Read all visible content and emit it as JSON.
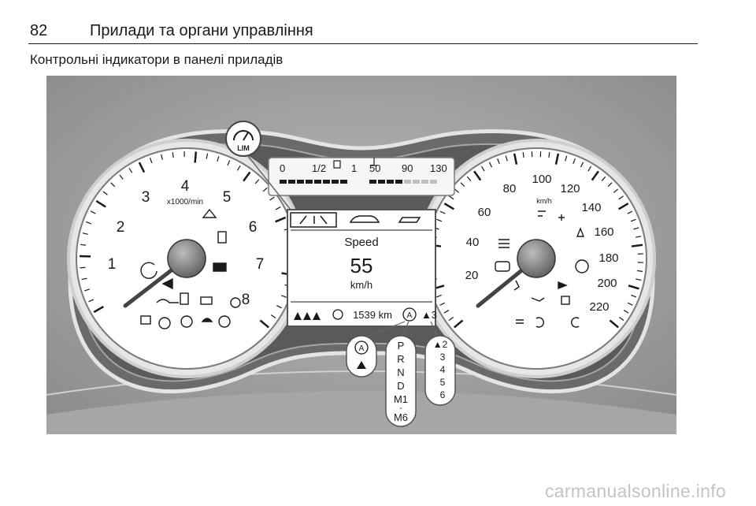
{
  "header": {
    "page_number": "82",
    "chapter_title": "Прилади та органи управління"
  },
  "section_title": "Контрольні індикатори в панелі приладів",
  "figure": {
    "tach_numbers": [
      "1",
      "2",
      "3",
      "4",
      "5",
      "6",
      "7",
      "8"
    ],
    "tach_unit": "x1000/min",
    "speed_numbers": [
      "20",
      "40",
      "60",
      "80",
      "100",
      "120",
      "140",
      "160",
      "180",
      "200",
      "220"
    ],
    "speed_unit": "km/h",
    "fuel_labels": [
      "0",
      "1/2",
      "1"
    ],
    "temp_labels": [
      "50",
      "90",
      "130"
    ],
    "lim_label": "LIM",
    "display": {
      "title": "Speed",
      "value": "55",
      "unit": "km/h",
      "odometer": "1539 km",
      "auto_symbol": "A",
      "gear": "▲3"
    },
    "callout_gears": [
      "P",
      "R",
      "N",
      "D",
      "M1",
      "-",
      "M6"
    ],
    "callout_shift": [
      "▲2",
      "3",
      "4",
      "5",
      "6"
    ],
    "callout_auto": "A"
  },
  "watermark": "carmanualsonline.info"
}
